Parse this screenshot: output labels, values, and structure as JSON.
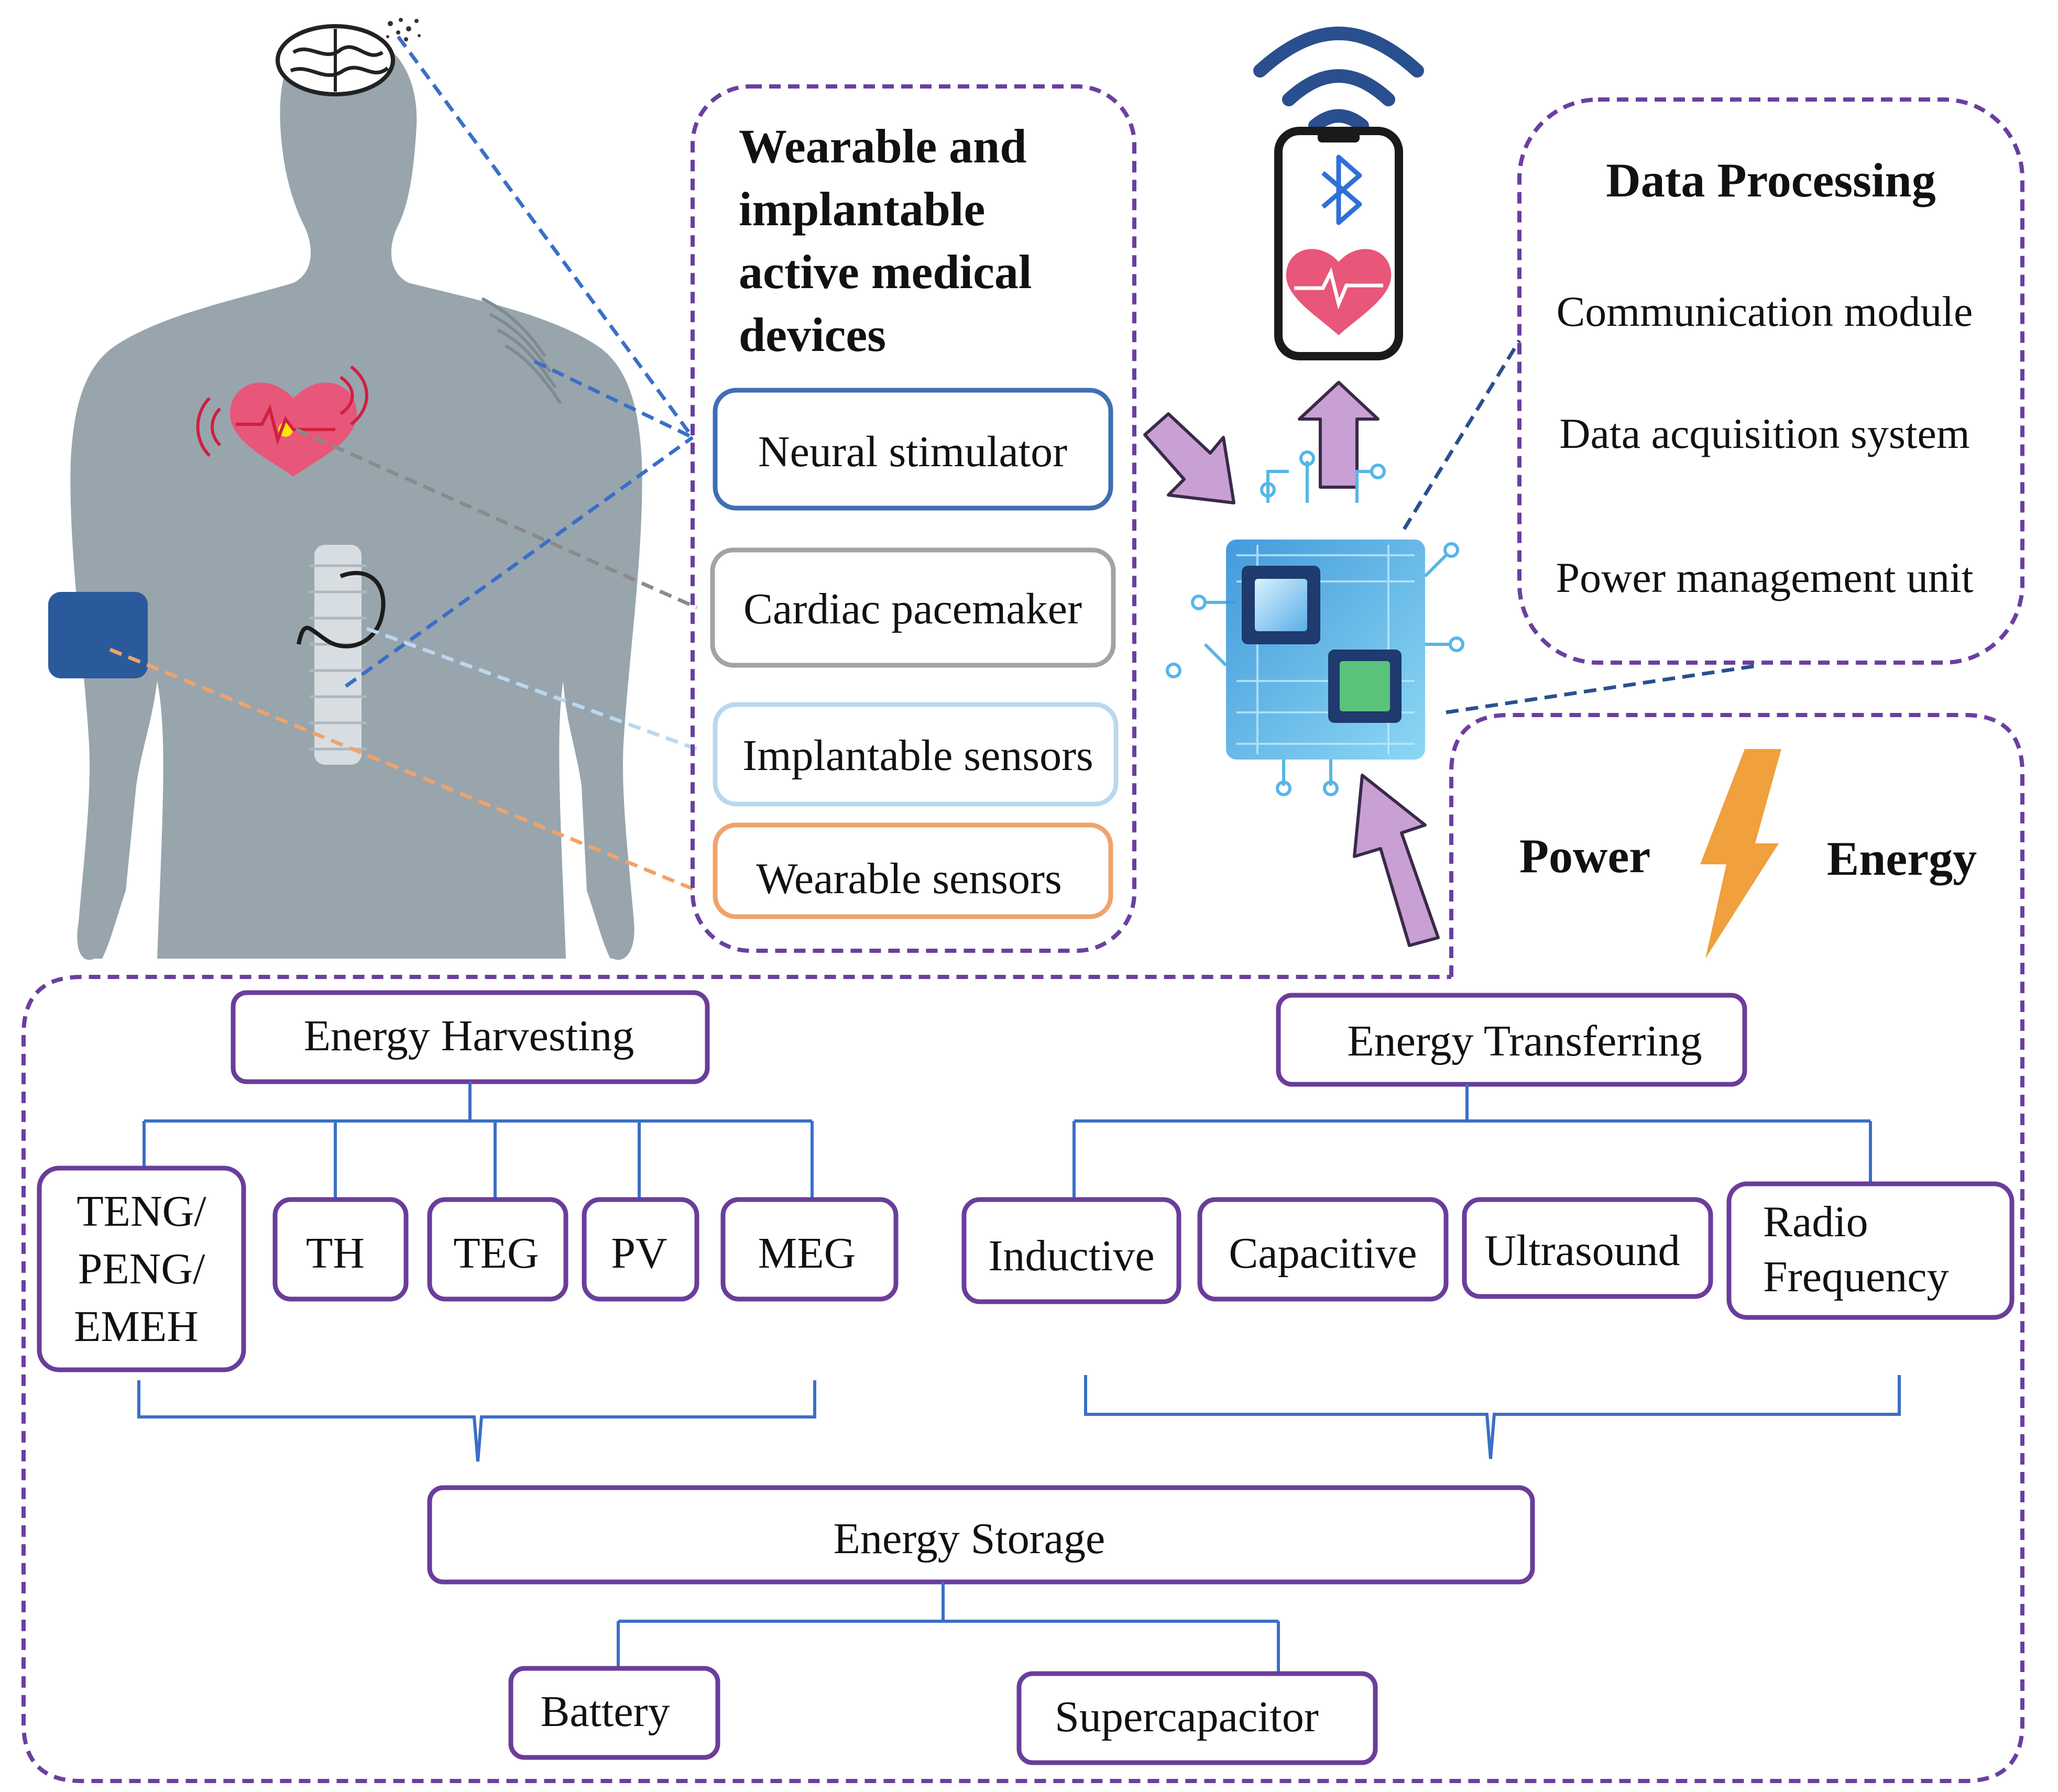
{
  "colors": {
    "body": "#98a5ad",
    "purple": "#6a3d9a",
    "purple_dash": "#6b3fa0",
    "blue_line": "#3a6fc6",
    "neural_border": "#3f6fb5",
    "cardiac_border": "#a3a3a3",
    "implantable_border": "#b9d8ef",
    "wearable_border": "#f0a36b",
    "arrow_fill": "#c9a0d4",
    "arrow_stroke": "#3a2a48",
    "bolt": "#f0a03c",
    "heart": "#e8567a",
    "wifi": "#2a4f8f",
    "chip": "#56b6e6",
    "armband": "#2a5a9c"
  },
  "devices": {
    "title_lines": [
      "Wearable and",
      "implantable",
      "active medical",
      "devices"
    ],
    "items": [
      "Neural stimulator",
      "Cardiac pacemaker",
      "Implantable sensors",
      "Wearable sensors"
    ]
  },
  "data_processing": {
    "title": "Data Processing",
    "items": [
      "Communication module",
      "Data acquisition system",
      "Power management unit"
    ]
  },
  "power": {
    "left": "Power",
    "right": "Energy"
  },
  "harvesting": {
    "title": "Energy Harvesting",
    "items": [
      {
        "lines": [
          "TENG/",
          "PENG/",
          "EMEH"
        ]
      },
      {
        "lines": [
          "TH"
        ]
      },
      {
        "lines": [
          "TEG"
        ]
      },
      {
        "lines": [
          "PV"
        ]
      },
      {
        "lines": [
          "MEG"
        ]
      }
    ]
  },
  "transferring": {
    "title": "Energy Transferring",
    "items": [
      {
        "lines": [
          "Inductive"
        ]
      },
      {
        "lines": [
          "Capacitive"
        ]
      },
      {
        "lines": [
          "Ultrasound"
        ]
      },
      {
        "lines": [
          "Radio",
          "Frequency"
        ]
      }
    ]
  },
  "storage": {
    "title": "Energy Storage",
    "items": [
      "Battery",
      "Supercapacitor"
    ]
  }
}
